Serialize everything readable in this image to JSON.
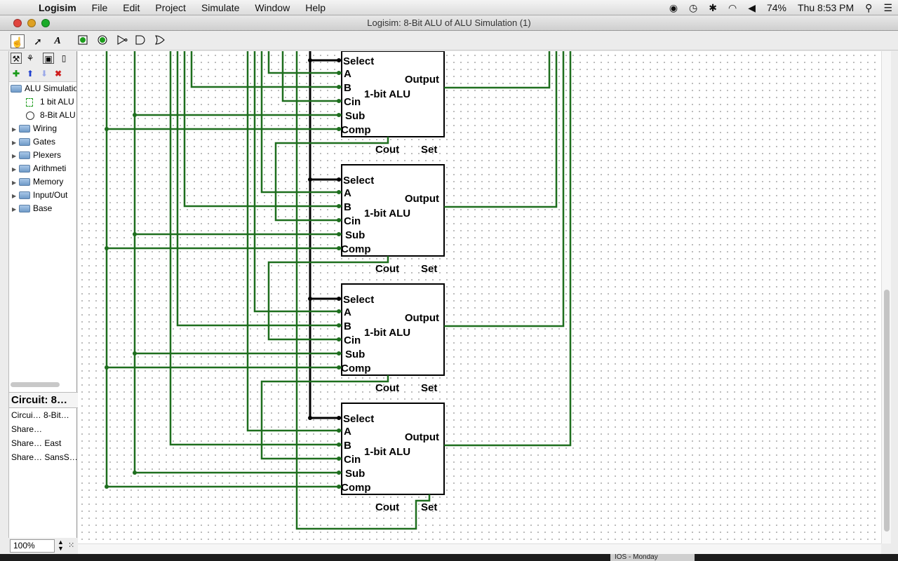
{
  "menubar": {
    "app": "Logisim",
    "items": [
      "File",
      "Edit",
      "Project",
      "Simulate",
      "Window",
      "Help"
    ],
    "battery": "74%",
    "clock": "Thu 8:53 PM"
  },
  "window": {
    "title": "Logisim: 8-Bit ALU of ALU Simulation (1)"
  },
  "explorer": {
    "project": "ALU Simulatio",
    "circuits": [
      "1 bit ALU",
      "8-Bit ALU"
    ],
    "libraries": [
      "Wiring",
      "Gates",
      "Plexers",
      "Arithmeti",
      "Memory",
      "Input/Out",
      "Base"
    ]
  },
  "attributes": {
    "header": "Circuit: 8…",
    "rows": [
      {
        "label": "Circui…",
        "value": "8-Bit…"
      },
      {
        "label": "Share…",
        "value": ""
      },
      {
        "label": "Share…",
        "value": "East"
      },
      {
        "label": "Share…",
        "value": "SansS…"
      }
    ]
  },
  "zoom": "100%",
  "dock_item": "IOS - Monday",
  "colors": {
    "wire": "#1e6e1e",
    "bus": "#000000",
    "component_border": "#000000"
  },
  "circuit": {
    "component_label": "1-bit ALU",
    "component_count": 4,
    "pins": {
      "select": "Select",
      "a": "A",
      "b": "B",
      "cin": "Cin",
      "sub": "Sub",
      "comp": "Comp",
      "output": "Output",
      "cout": "Cout",
      "set": "Set"
    }
  }
}
